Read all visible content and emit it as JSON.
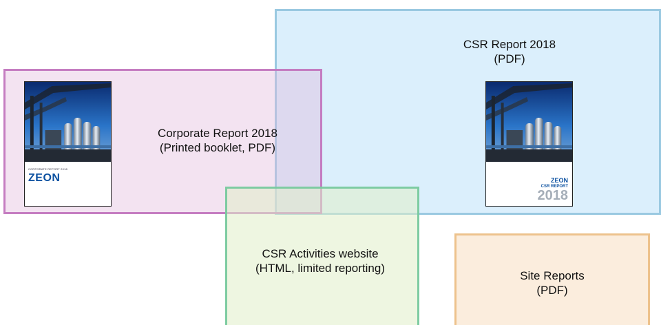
{
  "boxes": {
    "csr_report": {
      "title": "CSR Report 2018",
      "subtitle": "(PDF)",
      "cover": {
        "logo": "ZEON",
        "small_title": "CSR REPORT",
        "year": "2018"
      }
    },
    "corporate_report": {
      "title": "Corporate Report 2018",
      "subtitle": "(Printed booklet, PDF)",
      "cover": {
        "logo": "ZEON",
        "small_title": "CORPORATE REPORT 2018"
      }
    },
    "csr_website": {
      "title": "CSR Activities website",
      "subtitle": "(HTML, limited reporting)"
    },
    "site_reports": {
      "title": "Site Reports",
      "subtitle": "(PDF)"
    }
  },
  "colors": {
    "csr_fill": "#bee1f9",
    "csr_border": "#97c6df",
    "corporate_fill": "#e2b8dd",
    "corporate_border": "#c277be",
    "website_fill": "#e0efc9",
    "website_border": "#77c99e",
    "site_fill": "#fae6ce",
    "site_border": "#ecc087",
    "logo_blue": "#0b50a0"
  }
}
